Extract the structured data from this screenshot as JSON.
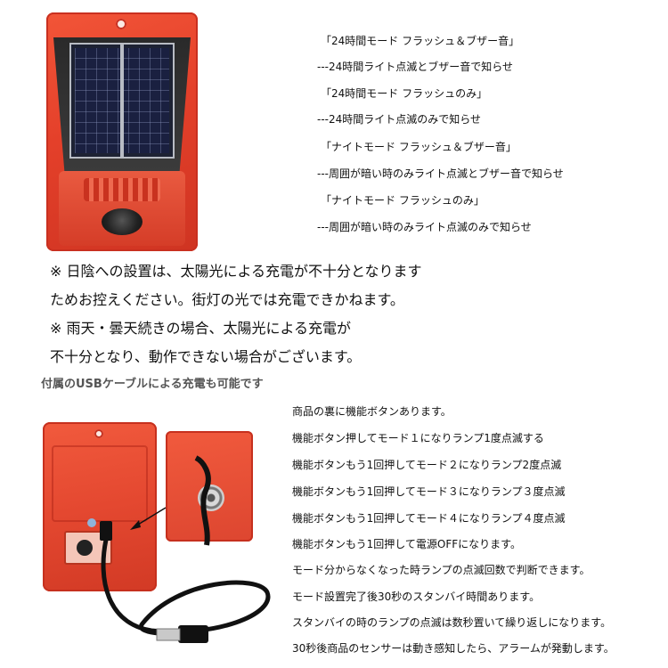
{
  "modes": [
    "「24時間モード フラッシュ＆ブザー音」",
    "---24時間ライト点滅とブザー音で知らせ",
    "「24時間モード フラッシュのみ」",
    "---24時間ライト点滅のみで知らせ",
    "「ナイトモード フラッシュ＆ブザー音」",
    "---周囲が暗い時のみライト点滅とブザー音で知らせ",
    "「ナイトモード フラッシュのみ」",
    "---周囲が暗い時のみライト点滅のみで知らせ"
  ],
  "notes": [
    "※ 日陰への設置は、太陽光による充電が不十分となります",
    "ためお控えください。街灯の光では充電できかねます。",
    "※ 雨天・曇天続きの場合、太陽光による充電が",
    "不十分となり、動作できない場合がございます。"
  ],
  "usb_caption": "付属のUSBケーブルによる充電も可能です",
  "function_lines": [
    "商品の裏に機能ボタンあります。",
    "機能ボタン押してモード１になりランプ1度点滅する",
    "機能ボタンもう1回押してモード２になりランプ2度点滅",
    "機能ボタンもう1回押してモード３になりランプ３度点滅",
    "機能ボタンもう1回押してモード４になりランプ４度点滅",
    "機能ボタンもう1回押して電源OFFになります。",
    "モード分からなくなった時ランプの点滅回数で判断できます。",
    "モード設置完了後30秒のスタンバイ時間あります。",
    "スタンバイの時のランプの点滅は数秒置いて繰り返しになります。",
    "30秒後商品のセンサーは動き感知したら、アラームが発動します。"
  ],
  "colors": {
    "device_red": "#e4402a",
    "solar_panel": "#1a2040",
    "text": "#111111",
    "caption_gray": "#555555"
  }
}
